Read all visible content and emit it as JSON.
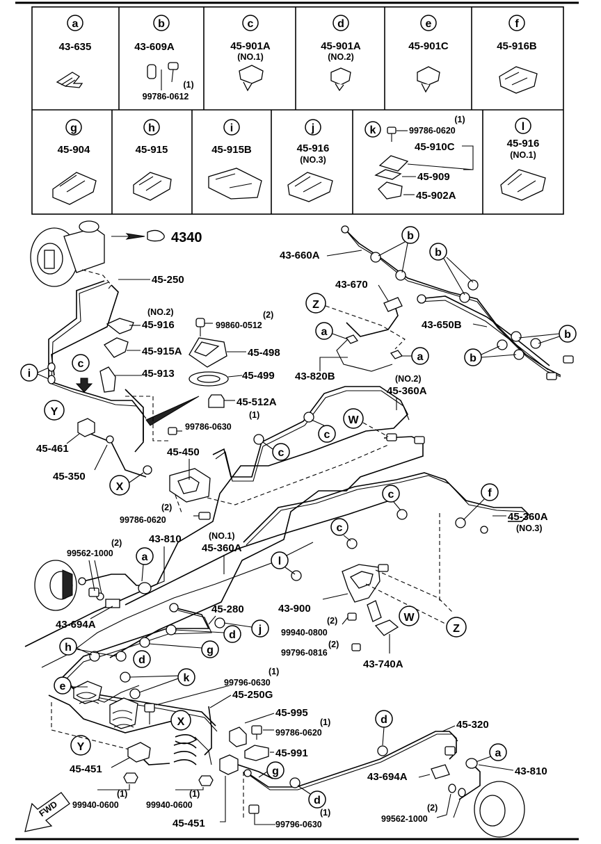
{
  "catalog": [
    {
      "letter": "a",
      "part": "43-635",
      "sub": "",
      "extra": ""
    },
    {
      "letter": "b",
      "part": "43-609A",
      "sub": "",
      "extra": "99786-0612",
      "extra_qty": "(1)"
    },
    {
      "letter": "c",
      "part": "45-901A",
      "sub": "(NO.1)",
      "extra": ""
    },
    {
      "letter": "d",
      "part": "45-901A",
      "sub": "(NO.2)",
      "extra": ""
    },
    {
      "letter": "e",
      "part": "45-901C",
      "sub": "",
      "extra": ""
    },
    {
      "letter": "f",
      "part": "45-916B",
      "sub": "",
      "extra": ""
    },
    {
      "letter": "g",
      "part": "45-904",
      "sub": "",
      "extra": ""
    },
    {
      "letter": "h",
      "part": "45-915",
      "sub": "",
      "extra": ""
    },
    {
      "letter": "i",
      "part": "45-915B",
      "sub": "",
      "extra": ""
    },
    {
      "letter": "j",
      "part": "45-916",
      "sub": "(NO.3)",
      "extra": ""
    },
    {
      "letter": "k",
      "part": "",
      "sub": "",
      "extra": "99786-0620",
      "extra_qty": "(1)",
      "k_parts": [
        "45-910C",
        "45-909",
        "45-902A"
      ]
    },
    {
      "letter": "l",
      "part": "45-916",
      "sub": "(NO.1)",
      "extra": ""
    }
  ],
  "labels": {
    "ref_4340": "4340",
    "p45_250": "45-250",
    "p45_916_no2": "(NO.2)",
    "p45_916": "45-916",
    "p99860_qty": "(2)",
    "p99860": "99860-0512",
    "p45_915A": "45-915A",
    "p45_498": "45-498",
    "p45_913": "45-913",
    "p45_499": "45-499",
    "p45_512A": "45-512A",
    "p99786_0630_qty": "(1)",
    "p99786_0630": "99786-0630",
    "p45_461": "45-461",
    "p45_350": "45-350",
    "p45_450": "45-450",
    "p99786_0620_qty": "(2)",
    "p99786_0620": "99786-0620",
    "p43_660A": "43-660A",
    "p43_670": "43-670",
    "p43_650B": "43-650B",
    "p43_820B": "43-820B",
    "p45_360A_no2_qty": "(NO.2)",
    "p45_360A_no2": "45-360A",
    "p45_360A_no3": "45-360A",
    "p45_360A_no3_qty": "(NO.3)",
    "p45_360A_no1_qty": "(NO.1)",
    "p45_360A_no1": "45-360A",
    "p99562_qty": "(2)",
    "p99562": "99562-1000",
    "p43_810": "43-810",
    "p43_694A": "43-694A",
    "p43_900": "43-900",
    "p45_280": "45-280",
    "p99940_0800_qty": "(2)",
    "p99940_0800": "99940-0800",
    "p99796_0816_qty": "(2)",
    "p99796_0816": "99796-0816",
    "p43_740A": "43-740A",
    "p99796_0630_qty": "(1)",
    "p99796_0630": "99796-0630",
    "p45_250G": "45-250G",
    "p45_995": "45-995",
    "p99786_0620b_qty": "(1)",
    "p99786_0620b": "99786-0620",
    "p45_991": "45-991",
    "p45_451a": "45-451",
    "p99940_0600a_qty": "(1)",
    "p99940_0600a": "99940-0600",
    "p99940_0600b_qty": "(1)",
    "p99940_0600b": "99940-0600",
    "p45_451b": "45-451",
    "p99796_0630b_qty": "(1)",
    "p99796_0630b": "99796-0630",
    "p45_320": "45-320",
    "p43_694A_b": "43-694A",
    "p43_810_b": "43-810",
    "p99562_b_qty": "(2)",
    "p99562_b": "99562-1000",
    "fwd": "FWD"
  },
  "callouts": {
    "a": "a",
    "b": "b",
    "c": "c",
    "d": "d",
    "e": "e",
    "f": "f",
    "g": "g",
    "h": "h",
    "i": "i",
    "j": "j",
    "k": "k",
    "l": "l",
    "W": "W",
    "X": "X",
    "Y": "Y",
    "Z": "Z"
  },
  "icons": [
    "hand-pointer-icon",
    "fwd-arrow-icon",
    "clip-icon",
    "bolt-icon",
    "brake-booster-icon",
    "brake-disc-icon"
  ]
}
